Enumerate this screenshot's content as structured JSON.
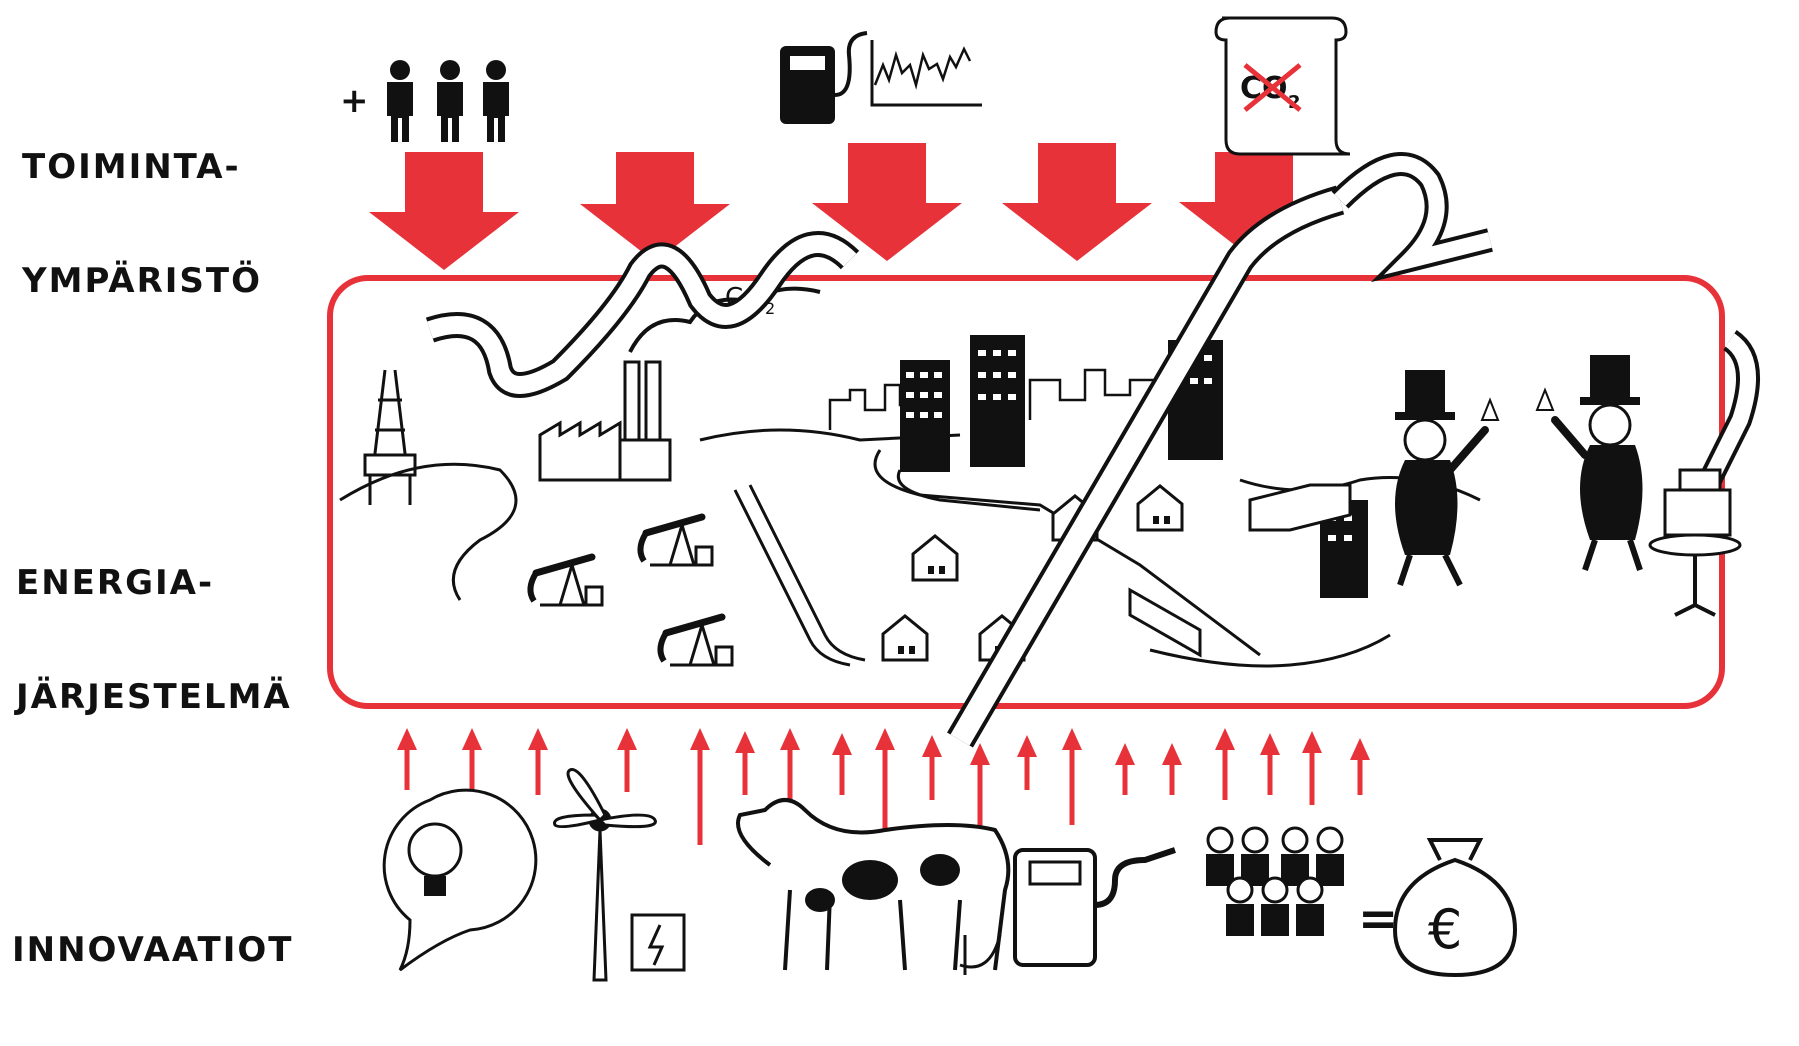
{
  "labels": {
    "operating_environment_line1": "TOIMINTA-",
    "operating_environment_line2": "YMPÄRISTÖ",
    "energy_system_line1": "ENERGIA-",
    "energy_system_line2": "JÄRJESTELMÄ",
    "innovations": "INNOVAATIOT"
  },
  "icons_text": {
    "plus": "+",
    "co2": "CO",
    "co2_sub": "2",
    "equals": "=",
    "euro": "€",
    "co2_scroll": "CO",
    "co2_scroll_sub": "2"
  },
  "colors": {
    "accent_red": "#e8323a",
    "ink": "#111111"
  },
  "icons": [
    "people-group-icon",
    "fuel-pump-icon",
    "price-chart-icon",
    "co2-scroll-icon",
    "oil-rig-icon",
    "factory-icon",
    "pumpjack-icon",
    "city-buildings-icon",
    "money-ribbon-icon",
    "tycoons-icon",
    "cash-register-icon",
    "lightbulb-icon",
    "wind-turbine-icon",
    "cow-icon",
    "biogas-pump-icon",
    "crowd-euro-icon",
    "money-bag-icon"
  ]
}
